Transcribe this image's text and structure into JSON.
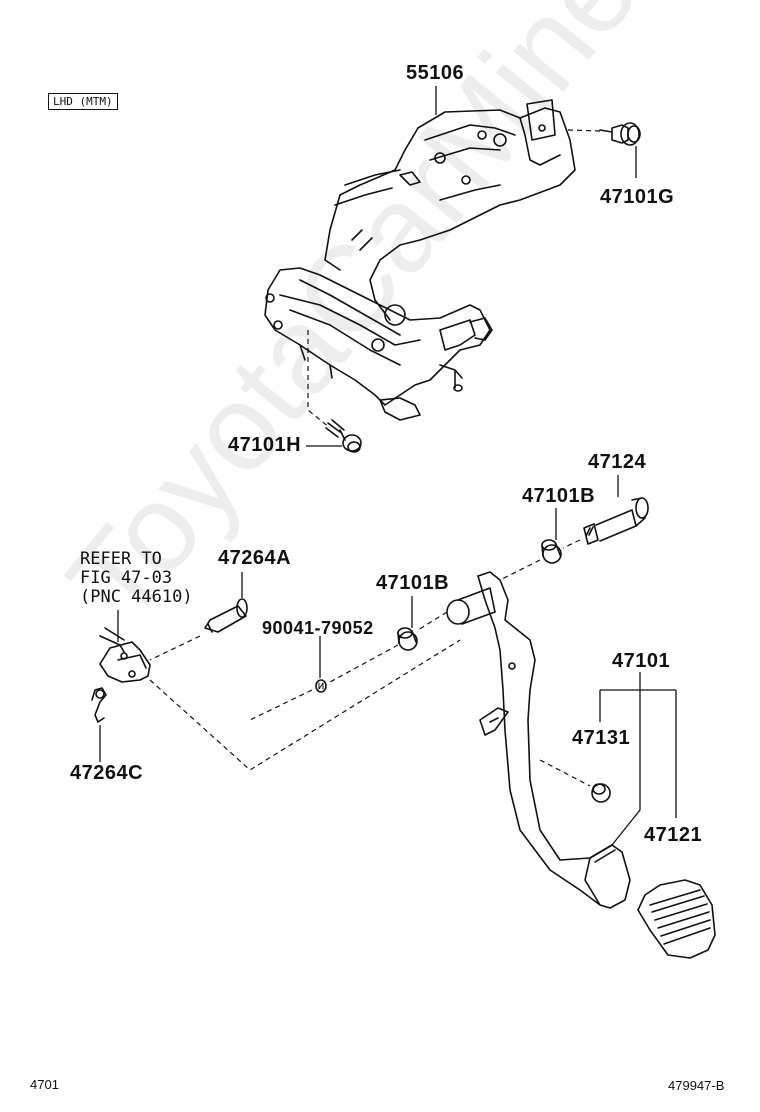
{
  "badge": "LHD (MTM)",
  "labels": {
    "p55106": "55106",
    "p47101G": "47101G",
    "p47101H": "47101H",
    "p47124": "47124",
    "p47101B_top": "47101B",
    "p47264A": "47264A",
    "p47101B_mid": "47101B",
    "p90041": "90041-79052",
    "p47101": "47101",
    "p47131": "47131",
    "p47121": "47121",
    "p47264C": "47264C"
  },
  "refer": {
    "line1": "REFER TO",
    "line2": "FIG 47-03",
    "line3": "(PNC 44610)"
  },
  "footer": {
    "left": "4701",
    "right": "479947-B"
  },
  "watermark": "ToyotaCarMine.ru"
}
